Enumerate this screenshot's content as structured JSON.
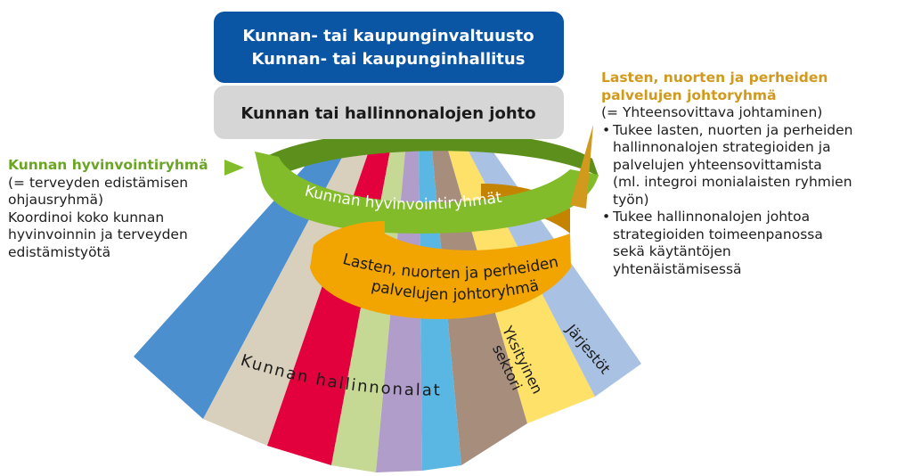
{
  "header_box": {
    "line1": "Kunnan- tai kaupunginvaltuusto",
    "line2": "Kunnan- tai kaupunginhallitus",
    "color": "#0a55a4"
  },
  "management_box": {
    "label": "Kunnan tai hallinnonalojen johto",
    "color": "#d6d6d6"
  },
  "fan": {
    "colors": [
      "#4b8fcf",
      "#d8cfbc",
      "#e2003d",
      "#c6d994",
      "#b19dc9",
      "#5ab7e3",
      "#a78d7c",
      "#fde169",
      "#a9c1e2"
    ],
    "label_admin": "Kunnan hallinnonalat",
    "label_private": [
      "Yksityinen",
      "sektori"
    ],
    "label_orgs": "Järjestöt"
  },
  "green_band": {
    "label": "Kunnan hyvinvointiryhmät",
    "color": "#82bc2a"
  },
  "orange_band": {
    "label_line1": "Lasten, nuorten ja perheiden",
    "label_line2": "palvelujen johtoryhmä",
    "color": "#f2a500"
  },
  "left_note": {
    "title": "Kunnan hyvinvointiryhmä",
    "lines": [
      "(=  terveyden edistämisen",
      "ohjausryhmä)",
      "Koordinoi koko kunnan",
      "hyvinvoinnin ja terveyden",
      "edistämistyötä"
    ]
  },
  "right_note": {
    "title_line1": "Lasten, nuorten ja perheiden",
    "title_line2": "palvelujen johtoryhmä",
    "subtitle": "(= Yhteensovittava johtaminen)",
    "bullets": [
      [
        "Tukee lasten, nuorten ja perheiden",
        "hallinnonalojen strategioiden ja",
        "palvelujen yhteensovittamista",
        "(ml. integroi monialaisten ryhmien",
        "työn)"
      ],
      [
        "Tukee hallinnonalojen johtoa",
        "strategioiden toimeenpanossa",
        "sekä  käytäntöjen",
        "yhtenäistämisessä"
      ]
    ]
  }
}
